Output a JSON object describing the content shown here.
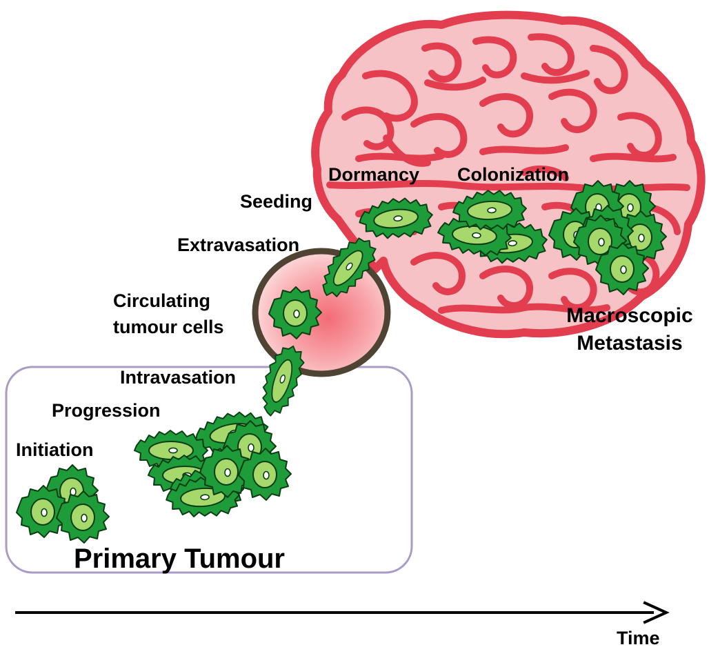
{
  "diagram": {
    "stages": {
      "initiation": "Initiation",
      "progression": "Progression",
      "intravasation": "Intravasation",
      "circulating_line1": "Circulating",
      "circulating_line2": "tumour cells",
      "extravasation": "Extravasation",
      "seeding": "Seeding",
      "dormancy": "Dormancy",
      "colonization": "Colonization",
      "metastasis_line1": "Macroscopic",
      "metastasis_line2": "Metastasis"
    },
    "primary_tumour_label": "Primary Tumour",
    "time_axis_label": "Time",
    "colors": {
      "brain_fill": "#f6c2c6",
      "brain_outline": "#e23e4f",
      "cell_fill": "#1e9c3a",
      "cell_outline": "#0a3d14",
      "nucleus_fill": "#a6d86c",
      "box_outline": "#a99bc6",
      "vessel_outline": "#4f4433",
      "vessel_fill": "#f58d94",
      "arrow": "#000000"
    }
  }
}
